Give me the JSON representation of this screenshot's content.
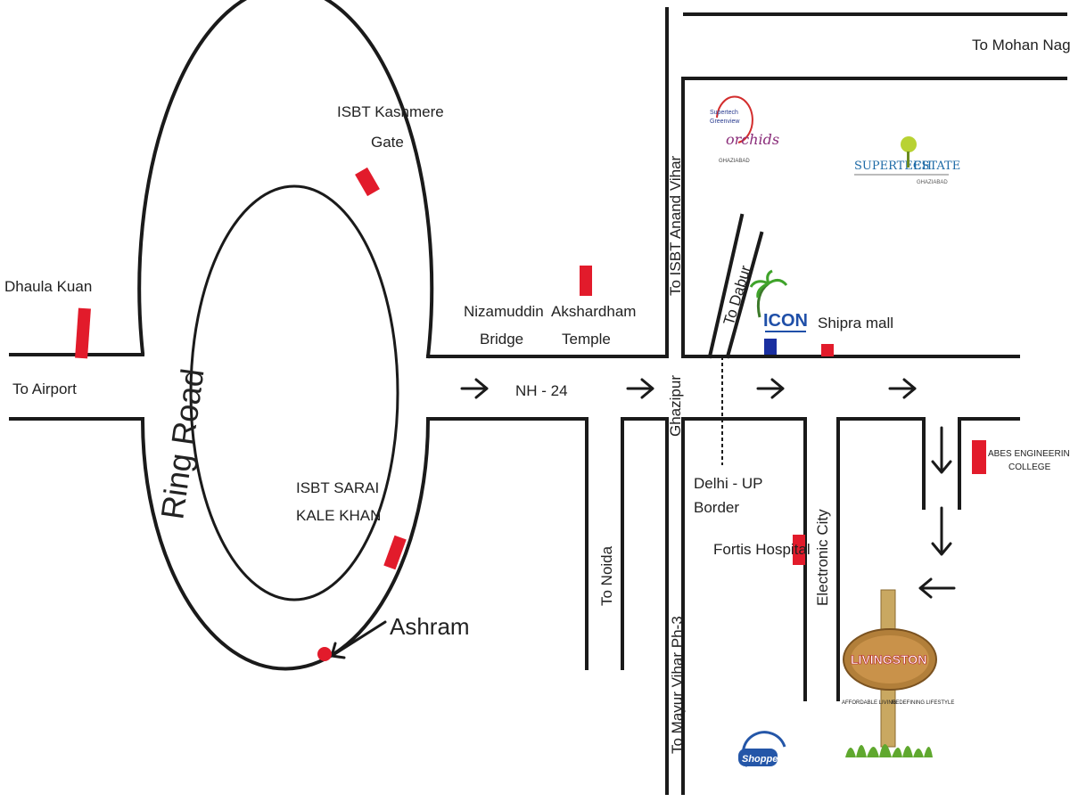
{
  "labels": {
    "to_mohan_nagar": "To Mohan Nagar",
    "isbt_kashmere_line1": "ISBT Kashmere",
    "isbt_kashmere_line2": "Gate",
    "dhaula_kuan": "Dhaula Kuan",
    "to_airport": "To Airport",
    "ring_road": "Ring Road",
    "nizamuddin_line1": "Nizamuddin",
    "nizamuddin_line2": "Bridge",
    "akshardham_line1": "Akshardham",
    "akshardham_line2": "Temple",
    "nh24": "NH - 24",
    "to_isbt_anand_vihar": "To ISBT Anand Vihar",
    "to_dabur": "To Dabur",
    "shipra_mall": "Shipra mall",
    "ghazipur": "Ghazipur",
    "delhi_up_line1": "Delhi - UP",
    "delhi_up_line2": "Border",
    "isbt_sarai_line1": "ISBT SARAI",
    "isbt_sarai_line2": "KALE KHAN",
    "ashram": "Ashram",
    "to_noida": "To Noida",
    "to_mayur_vihar": "To Mayur Vihar Ph-3",
    "fortis": "Fortis Hospital",
    "electronic_city": "Electronic City",
    "abes_line1": "ABES ENGINEERING",
    "abes_line2": "COLLEGE"
  },
  "logos": {
    "orchids_top": "Supertech",
    "orchids_mid": "Greenview",
    "orchids_script": "orchids",
    "orchids_sub": "GHAZIABAD",
    "supertech_estate_left": "SUPERTECH",
    "supertech_estate_right": "ESTATE",
    "supertech_estate_sub": "GHAZIABAD",
    "icon": "ICON",
    "livingston": "LIVINGSTON",
    "livingston_tag_left": "AFFORDABLE LIVING",
    "livingston_tag_right": "REDEFINING LIFESTYLE",
    "shoppe": "Shoppe"
  },
  "colors": {
    "marker_red": "#e21b2b",
    "marker_blue": "#1a2fa0",
    "road": "#1a1a1a"
  }
}
